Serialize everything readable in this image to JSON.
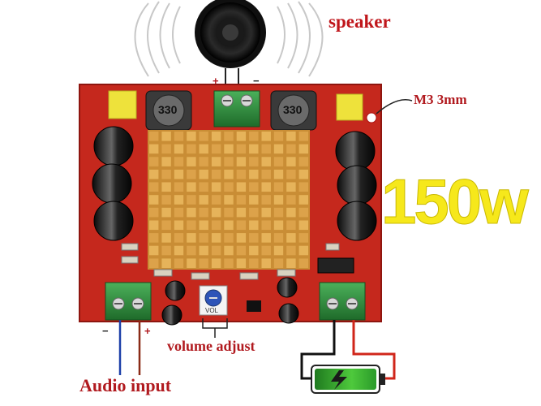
{
  "labels": {
    "speaker": "speaker",
    "mount": "M3 3mm",
    "power": "150w",
    "volume": "volume adjust",
    "audio": "Audio input"
  },
  "polarity": {
    "speaker_plus": "+",
    "speaker_minus": "−",
    "audio_minus": "−",
    "audio_plus": "+"
  },
  "inductor_marking": "330",
  "pot_marking": "VOL",
  "colors": {
    "pcb": "#c5281d",
    "heatsink": "#e0a84a",
    "terminal": "#2f8d3d",
    "power_text": "#f6e81b",
    "label_red": "#b11a1f"
  },
  "icons": {
    "speaker": "speaker-icon",
    "battery": "battery-icon"
  }
}
